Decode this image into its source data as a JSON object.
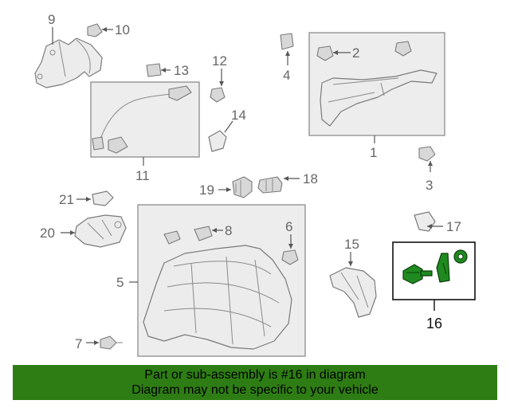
{
  "callouts": {
    "c1": "1",
    "c2": "2",
    "c3": "3",
    "c4": "4",
    "c5": "5",
    "c6": "6",
    "c7": "7",
    "c8": "8",
    "c9": "9",
    "c10": "10",
    "c11": "11",
    "c12": "12",
    "c13": "13",
    "c14": "14",
    "c15": "15",
    "c16": "16",
    "c17": "17",
    "c18": "18",
    "c19": "19",
    "c20": "20",
    "c21": "21"
  },
  "highlight": {
    "callout": "16",
    "color": "#2e7d14",
    "part_color": "#1f8a1f"
  },
  "footer": {
    "line1": "Part or sub-assembly is #16 in diagram",
    "line2": "Diagram may not be specific to your vehicle"
  }
}
